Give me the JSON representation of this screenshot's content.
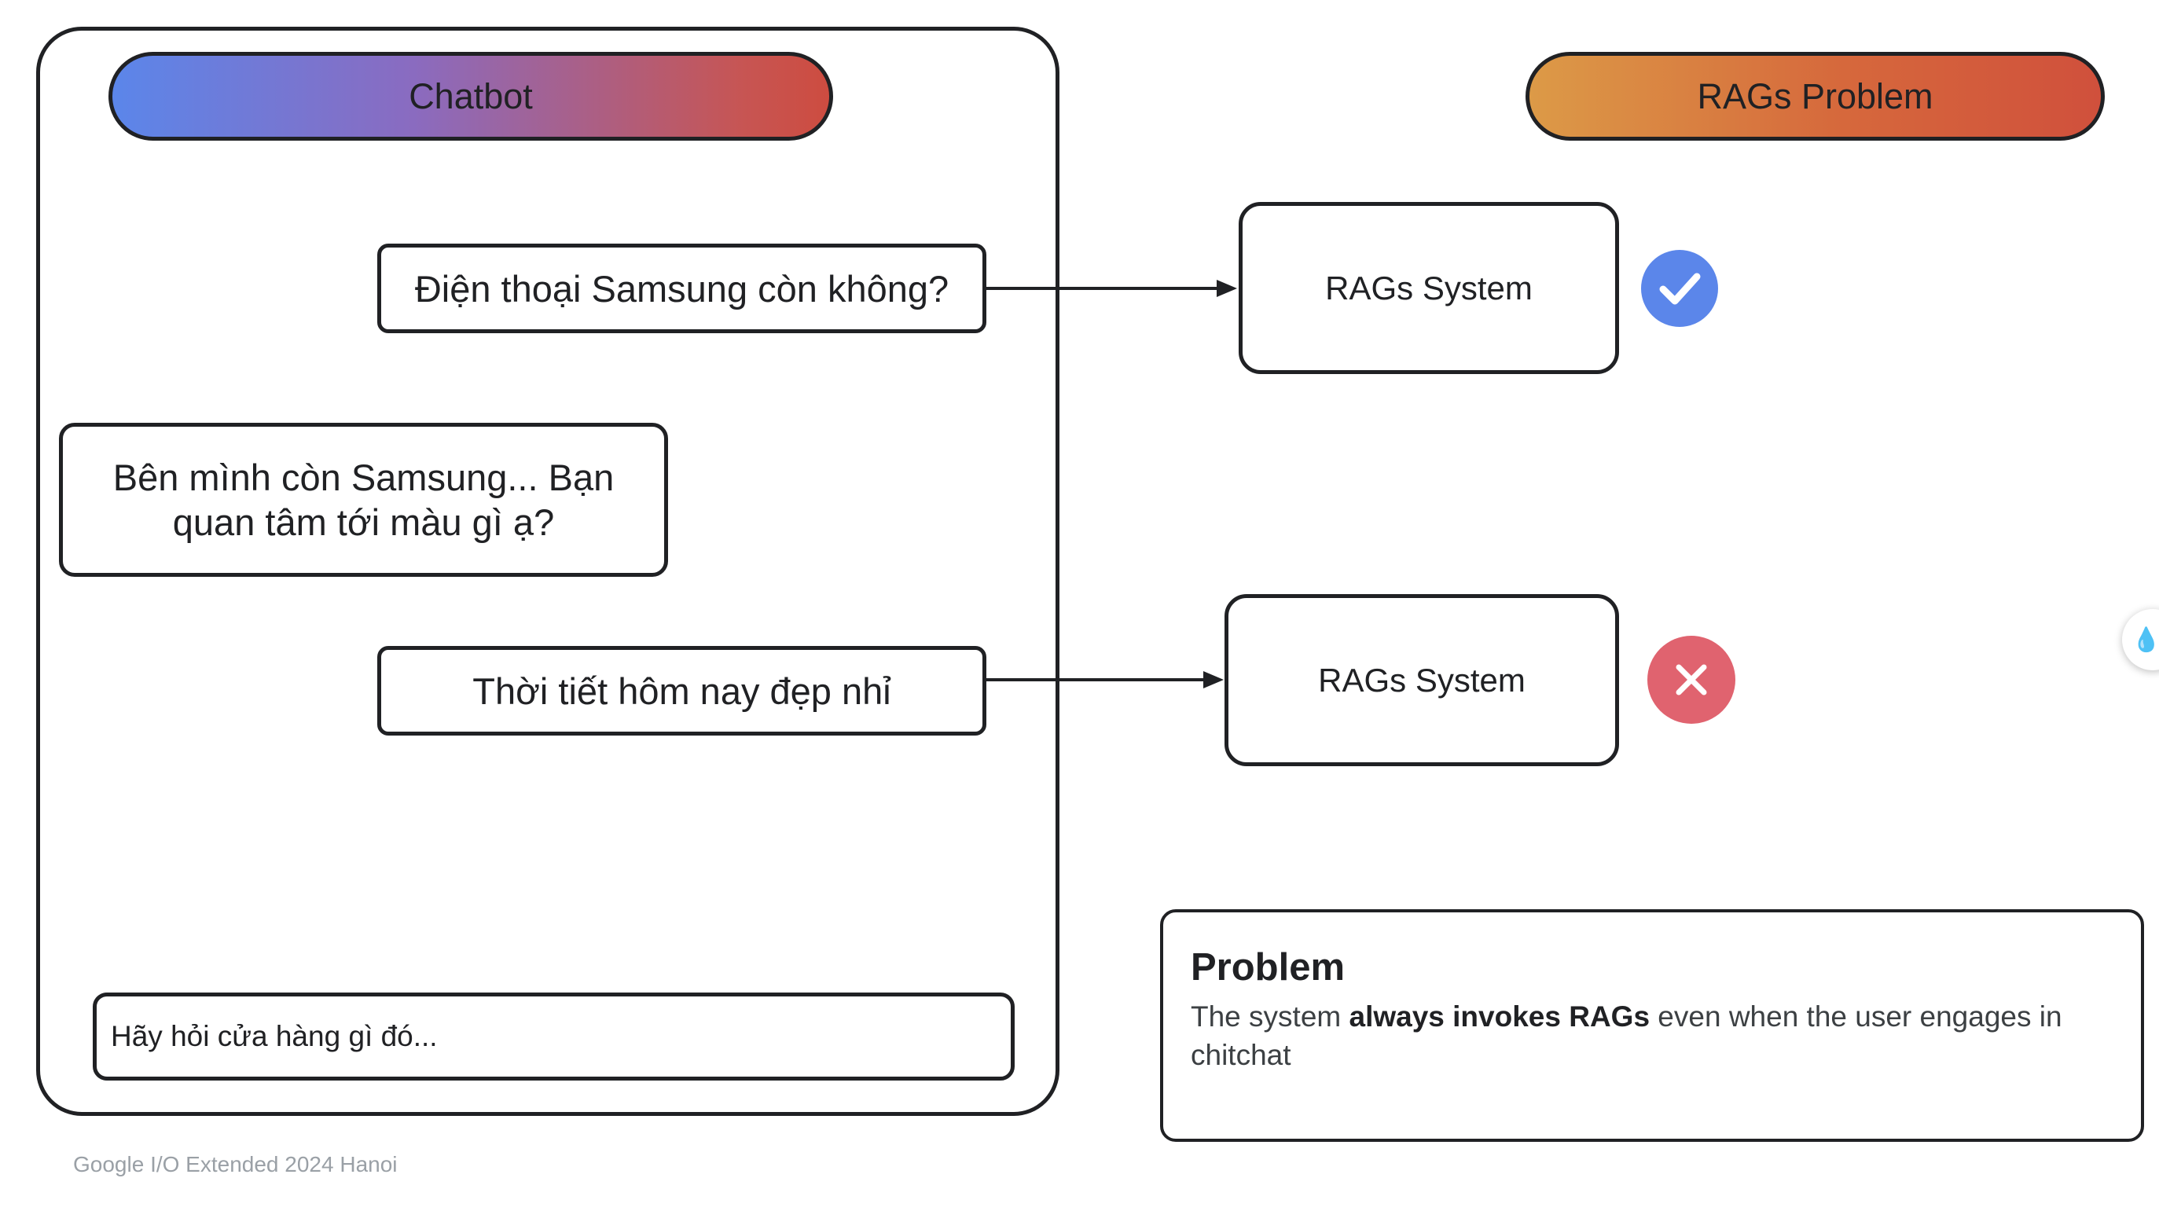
{
  "header": {
    "chatbot_label": "Chatbot",
    "rags_problem_label": "RAGs Problem"
  },
  "chat": {
    "user_message_1": "Điện thoại Samsung còn không?",
    "bot_reply_line_1": "Bên mình còn Samsung... Bạn",
    "bot_reply_line_2": "quan tâm tới màu gì ạ?",
    "user_message_2": "Thời tiết hôm nay đẹp nhỉ",
    "input_placeholder": "Hãy hỏi cửa hàng gì đó..."
  },
  "systems": [
    {
      "label": "RAGs System",
      "status": "check-icon",
      "color": "#5b86ea"
    },
    {
      "label": "RAGs System",
      "status": "cross-icon",
      "color": "#e0636f"
    }
  ],
  "problem": {
    "title": "Problem",
    "text_before": "The system ",
    "text_bold": "always invokes RAGs",
    "text_after": " even when the user engages in chitchat"
  },
  "footer": "Google I/O Extended 2024 Hanoi",
  "colors": {
    "outline": "#202124",
    "check": "#5b86ea",
    "cross": "#e0636f",
    "chatbot_gradient": [
      "#5b86ea",
      "#cd4c40"
    ],
    "rags_gradient": [
      "#dc9a47",
      "#d0503c"
    ]
  }
}
